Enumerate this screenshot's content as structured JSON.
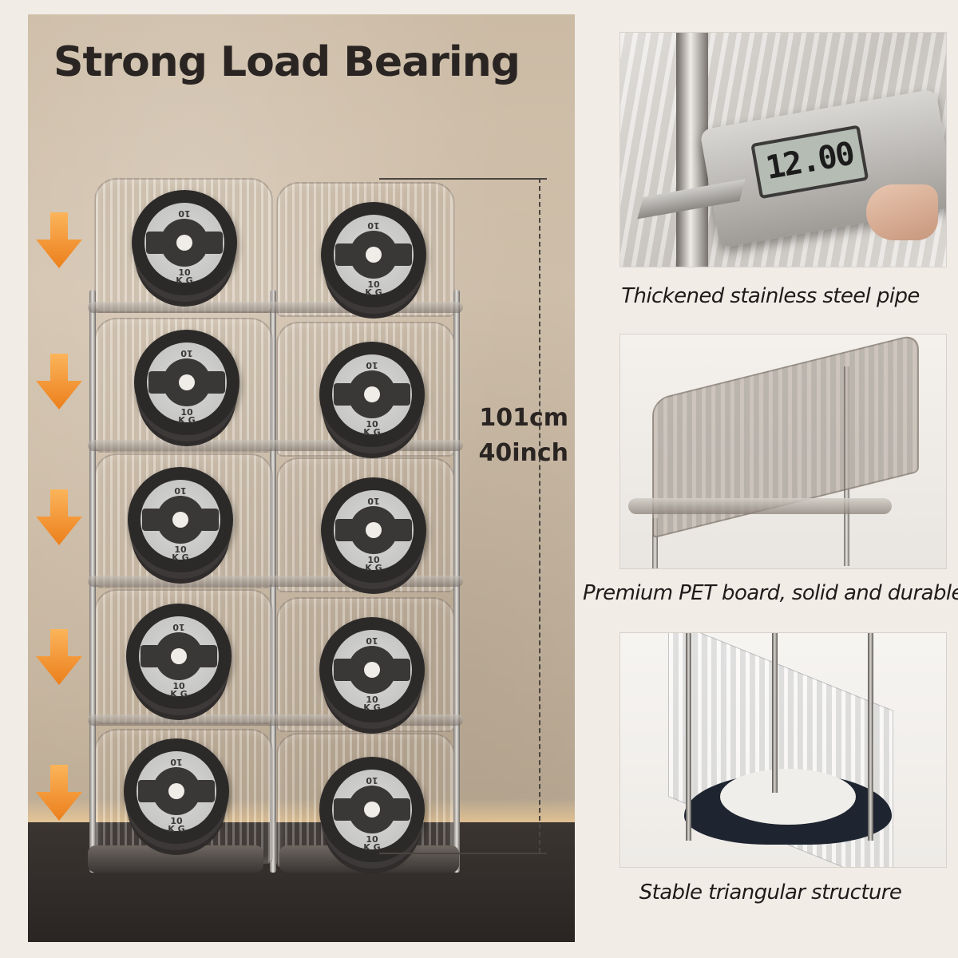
{
  "headline": "Strong Load Bearing",
  "dimension": {
    "metric": "101cm",
    "imperial": "40inch"
  },
  "plate_labels": {
    "weight": "10",
    "unit": "K G"
  },
  "caliper_reading": "12.00",
  "details": [
    {
      "caption": "Thickened stainless steel pipe"
    },
    {
      "caption": "Premium PET board, solid and durable"
    },
    {
      "caption": "Stable triangular structure"
    }
  ],
  "colors": {
    "arrow": "#f0932b",
    "text": "#2a2522",
    "background": "#f1ece6"
  },
  "icons": [
    "down-arrow-icon"
  ]
}
